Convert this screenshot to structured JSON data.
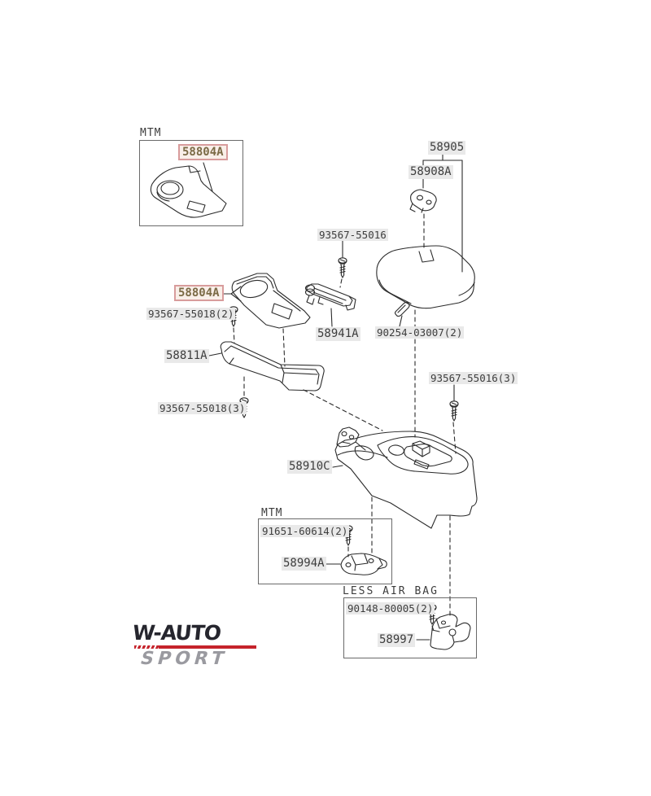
{
  "diagram": {
    "groups": {
      "mtm_top": "MTM",
      "mtm_bottom": "MTM",
      "less_air_bag": "LESS AIR BAG"
    },
    "labels": {
      "p58804a_top": "58804A",
      "p58905": "58905",
      "p58908a": "58908A",
      "p93567_55016": "93567-55016",
      "p58804a_mid": "58804A",
      "p93567_55018_2": "93567-55018(2)",
      "p58941a": "58941A",
      "p90254_03007": "90254-03007(2)",
      "p58811a": "58811A",
      "p93567_55016_3": "93567-55016(3)",
      "p93567_55018_3": "93567-55018(3)",
      "p58910c": "58910C",
      "p91651_60614": "91651-60614(2)",
      "p58994a": "58994A",
      "p90148_80005": "90148-80005(2)",
      "p58997": "58997"
    },
    "brand": {
      "line1": "W-AUTO",
      "line2": "SPORT"
    },
    "colors": {
      "line": "#2b2b2b",
      "label_text": "#3d3d3d",
      "label_bg": "#e9e9e9",
      "highlight_text": "#7b6a45",
      "highlight_bg": "#f9efe9",
      "highlight_border": "#d89c9c",
      "logo_dark": "#26262e",
      "logo_red": "#c5232b",
      "logo_gray": "#9a9aa0"
    }
  }
}
